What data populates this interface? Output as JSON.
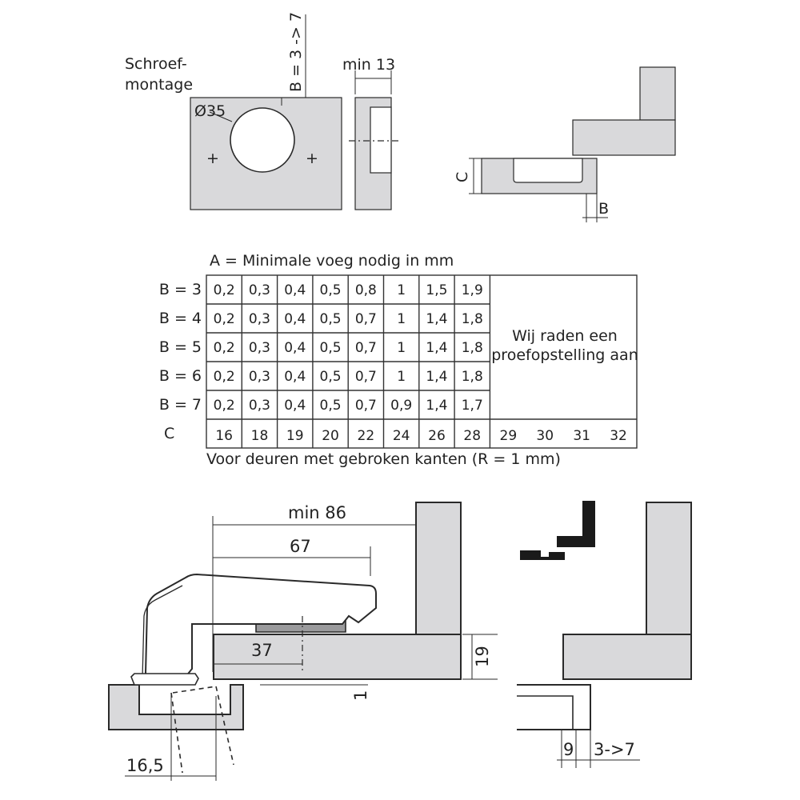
{
  "top_diagram": {
    "mount_label_1": "Schroef-",
    "mount_label_2": "montage",
    "diameter": "Ø35",
    "b_range": "B = 3 -> 7",
    "min_13": "min 13",
    "label_c": "C",
    "label_b": "B"
  },
  "table": {
    "title": "A = Minimale voeg nodig in mm",
    "row_labels": [
      "B = 3",
      "B = 4",
      "B = 5",
      "B = 6",
      "B = 7"
    ],
    "rows": [
      [
        "0,2",
        "0,3",
        "0,4",
        "0,5",
        "0,8",
        "1",
        "1,5",
        "1,9"
      ],
      [
        "0,2",
        "0,3",
        "0,4",
        "0,5",
        "0,7",
        "1",
        "1,4",
        "1,8"
      ],
      [
        "0,2",
        "0,3",
        "0,4",
        "0,5",
        "0,7",
        "1",
        "1,4",
        "1,8"
      ],
      [
        "0,2",
        "0,3",
        "0,4",
        "0,5",
        "0,7",
        "1",
        "1,4",
        "1,8"
      ],
      [
        "0,2",
        "0,3",
        "0,4",
        "0,5",
        "0,7",
        "0,9",
        "1,4",
        "1,7"
      ]
    ],
    "c_label": "C",
    "c_values": [
      "16",
      "18",
      "19",
      "20",
      "22",
      "24",
      "26",
      "28",
      "29",
      "30",
      "31",
      "32"
    ],
    "advice_line_1": "Wij raden een",
    "advice_line_2": "proefopstelling aan",
    "footnote": "Voor deuren met gebroken kanten (R = 1 mm)"
  },
  "bottom_diagram": {
    "dim_min86": "min 86",
    "dim_67": "67",
    "dim_37": "37",
    "dim_19": "19",
    "dim_1": "1",
    "dim_16_5": "16,5",
    "dim_9": "9",
    "dim_3_7": "3->7"
  }
}
